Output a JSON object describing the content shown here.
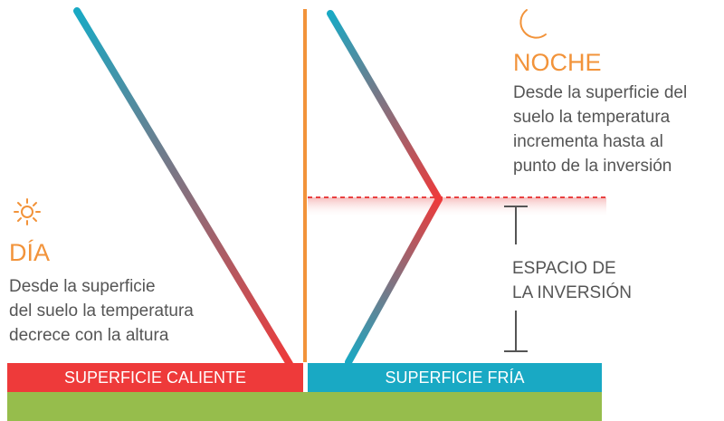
{
  "colors": {
    "orange": "#f2933a",
    "red": "#e84040",
    "teal": "#19a9c4",
    "green": "#96bd4c",
    "gray_text": "#555555"
  },
  "day": {
    "icon": "sun-icon",
    "title": "DÍA",
    "desc_lines": [
      "Desde la superficie",
      "del suelo la temperatura",
      "decrece con la altura"
    ]
  },
  "night": {
    "icon": "moon-icon",
    "title": "NOCHE",
    "desc_lines": [
      "Desde la superficie del",
      "suelo la temperatura",
      "incrementa hasta al",
      "punto de la inversión"
    ]
  },
  "inversion_label_lines": [
    "ESPACIO DE",
    "LA INVERSIÓN"
  ],
  "surfaces": {
    "hot": "SUPERFICIE CALIENTE",
    "cold": "SUPERFICIE FRÍA"
  }
}
